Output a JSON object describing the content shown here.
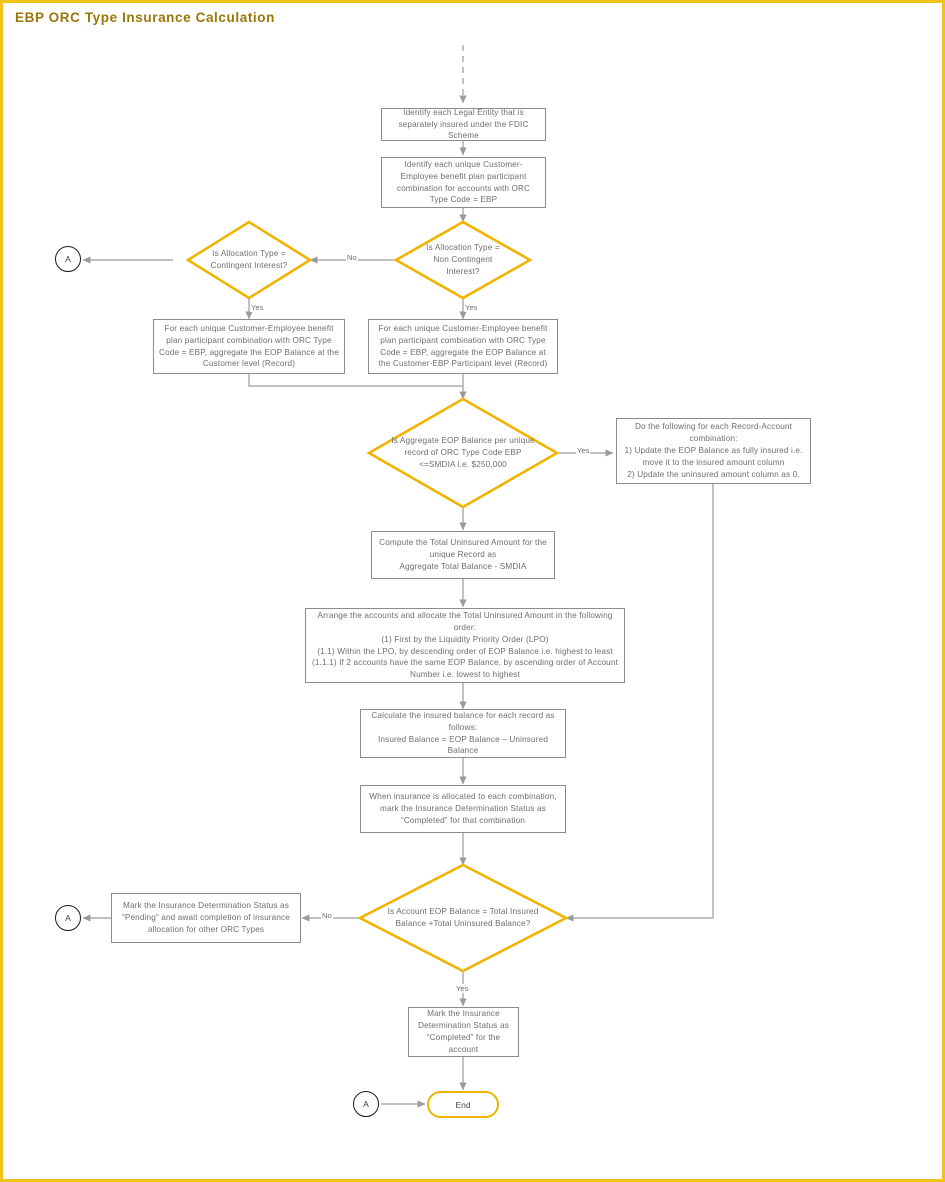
{
  "diagram": {
    "title": "EBP ORC Type Insurance Calculation",
    "frame_color": "#f0c41b",
    "title_color": "#9a7508",
    "decision_color": "#f0b400",
    "process_border_color": "#8c8c8c",
    "text_color": "#6e6e6e"
  },
  "nodes": {
    "identify_legal_entity": "Identify each Legal Entity that is separately insured under the FDIC Scheme",
    "identify_unique_combo": "Identify each unique Customer-Employee benefit plan participant combination for accounts with ORC Type Code = EBP",
    "decision_contingent": "Is Allocation Type = Contingent Interest?",
    "decision_non_contingent": "Is Allocation Type = Non Contingent Interest?",
    "aggregate_customer_level": "For each unique Customer-Employee benefit plan participant combination with ORC Type Code = EBP, aggregate the EOP Balance at the Customer level (Record)",
    "aggregate_participant_level": "For each unique Customer-Employee benefit plan participant combination  with ORC Type Code = EBP, aggregate the EOP Balance at the Customer-EBP Participant level (Record)",
    "decision_smdia": "Is Aggregate EOP Balance per unique record of ORC Type Code EBP <=SMDIA i.e. $250,000",
    "fully_insured_actions": "Do the following for each Record-Account combination:\n1) Update the EOP Balance as fully insured i.e. move it to the insured amount column\n2) Update the uninsured amount column as 0.",
    "compute_uninsured": "Compute the Total Uninsured Amount for the unique Record as\nAggregate Total Balance - SMDIA",
    "arrange_allocate": "Arrange the accounts and allocate the Total Uninsured Amount in the following order:\n(1) First by the Liquidity Priority Order (LPO)\n(1.1) Within the LPO, by descending order of EOP Balance i.e. highest to least\n(1.1.1) If 2 accounts have the same EOP Balance, by ascending order of Account Number i.e. lowest to highest",
    "calculate_insured": "Calculate the insured balance for each record as follows:\nInsured Balance = EOP Balance – Uninsured Balance",
    "mark_completed_combination": "When insurance is allocated to each combination, mark the Insurance Determination Status as “Completed” for that combination",
    "decision_balance_check": "Is Account EOP Balance = Total Insured Balance +Total Uninsured Balance?",
    "mark_pending": "Mark the Insurance Determination Status as “Pending” and await completion of insurance allocation for other ORC Types",
    "mark_completed_account": "Mark the Insurance Determination Status as “Completed” for the account",
    "connector_a_top": "A",
    "connector_a_mid": "A",
    "connector_a_bottom": "A",
    "end_terminator": "End"
  },
  "edge_labels": {
    "no_between_diamonds": "No",
    "yes_contingent": "Yes",
    "yes_non_contingent": "Yes",
    "yes_smdia": "Yes",
    "no_balance_check": "No",
    "yes_balance_check": "Yes"
  }
}
